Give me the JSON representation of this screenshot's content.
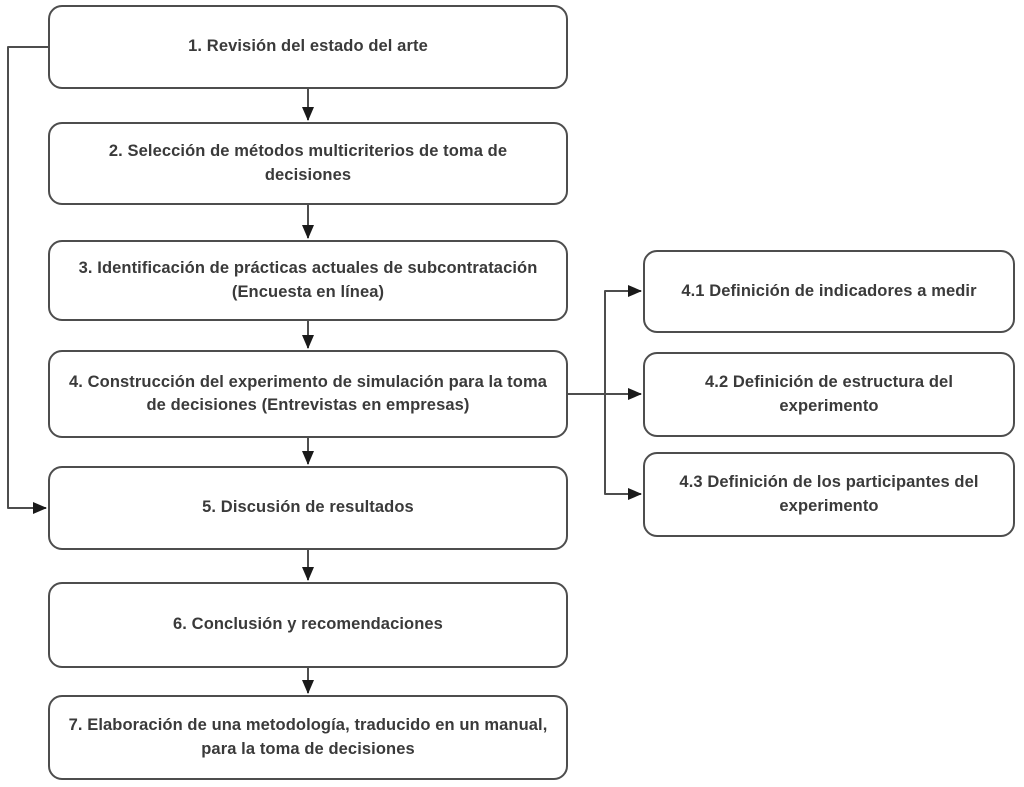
{
  "diagram": {
    "type": "flowchart",
    "background_color": "#ffffff",
    "node_border_color": "#4d4d4d",
    "node_fill_color": "#ffffff",
    "node_text_color": "#3a3a3a",
    "line_color": "#4d4d4d",
    "arrowhead_color": "#1a1a1a",
    "main_steps": [
      {
        "id": "1",
        "label": "1. Revisión del estado del arte"
      },
      {
        "id": "2",
        "label": "2. Selección de métodos multicriterios de toma de decisiones"
      },
      {
        "id": "3",
        "label": "3. Identificación de prácticas actuales de subcontratación (Encuesta en línea)"
      },
      {
        "id": "4",
        "label": "4. Construcción del experimento de simulación para la toma de decisiones (Entrevistas en empresas)"
      },
      {
        "id": "5",
        "label": "5. Discusión de resultados"
      },
      {
        "id": "6",
        "label": "6. Conclusión y recomendaciones"
      },
      {
        "id": "7",
        "label": "7. Elaboración de una metodología, traducido en un manual, para la  toma de decisiones"
      }
    ],
    "sub_steps": [
      {
        "id": "4.1",
        "label": "4.1 Definición de indicadores a medir"
      },
      {
        "id": "4.2",
        "label": "4.2 Definición de estructura del experimento"
      },
      {
        "id": "4.3",
        "label": "4.3 Definición de los participantes del experimento"
      }
    ],
    "edges": [
      {
        "from": "1",
        "to": "2"
      },
      {
        "from": "2",
        "to": "3"
      },
      {
        "from": "3",
        "to": "4"
      },
      {
        "from": "4",
        "to": "5"
      },
      {
        "from": "5",
        "to": "6"
      },
      {
        "from": "6",
        "to": "7"
      },
      {
        "from": "4",
        "to": "4.1"
      },
      {
        "from": "4",
        "to": "4.2"
      },
      {
        "from": "4",
        "to": "4.3"
      },
      {
        "from": "1",
        "to": "5",
        "note": "feedback loop along left side"
      }
    ]
  }
}
